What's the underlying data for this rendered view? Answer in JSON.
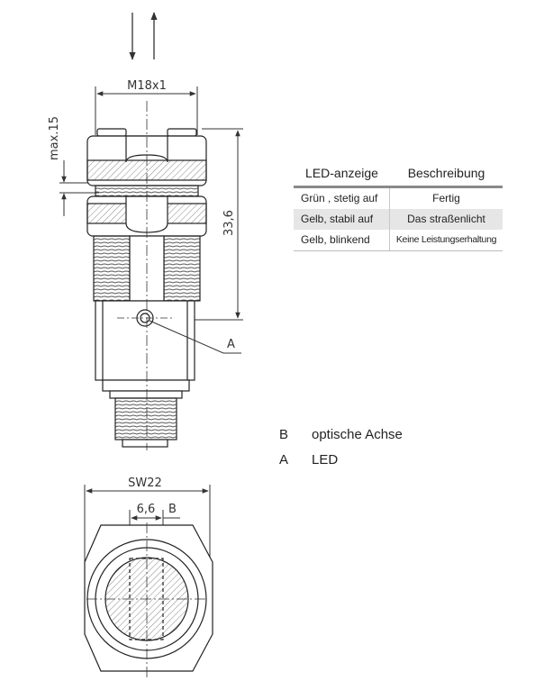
{
  "dimensions": {
    "thread": "M18x1",
    "max_depth": "max.15",
    "length": "33,6",
    "wrench_size": "SW22",
    "optic_width": "6,6",
    "optic_label": "B",
    "led_label": "A"
  },
  "led_table": {
    "headers": [
      "LED-anzeige",
      "Beschreibung"
    ],
    "rows": [
      {
        "led": "Grün , stetig auf",
        "desc": "Fertig"
      },
      {
        "led": "Gelb, stabil auf",
        "desc": "Das straßenlicht"
      },
      {
        "led": "Gelb, blinkend",
        "desc": "Keine Leistungserhaltung"
      }
    ]
  },
  "legend": [
    {
      "key": "B",
      "text": "optische Achse"
    },
    {
      "key": "A",
      "text": "LED"
    }
  ]
}
